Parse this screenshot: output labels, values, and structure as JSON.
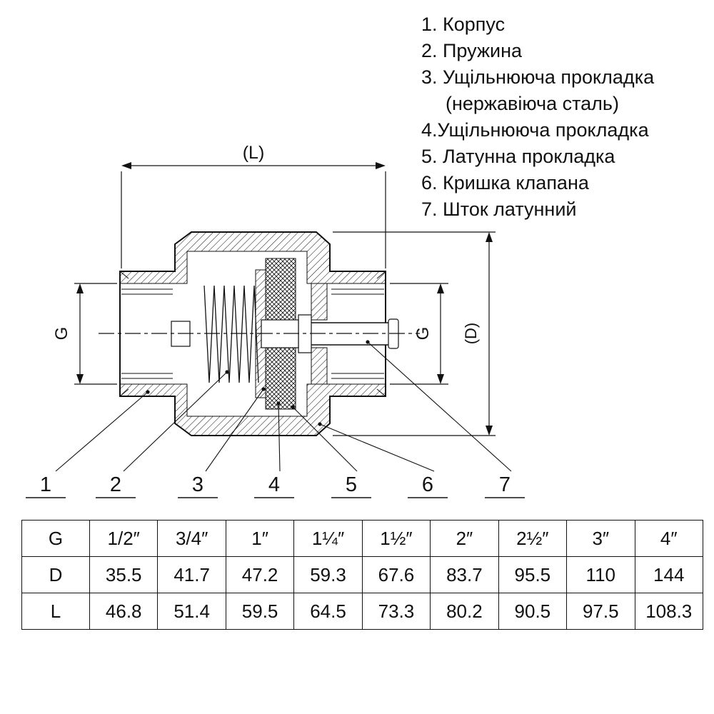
{
  "legend": {
    "lines": [
      "1. Корпус",
      "2. Пружина",
      "3. Ущільнююча прокладка",
      "(нержавіюча сталь)",
      "4.Ущільнююча прокладка",
      "5. Латунна прокладка",
      "6. Кришка клапана",
      "7. Шток латунний"
    ]
  },
  "drawing": {
    "dim_length_label": "(L)",
    "dim_thread_left_label": "G",
    "dim_thread_right_label": "G",
    "dim_diameter_label": "(D)",
    "part_numbers": [
      "1",
      "2",
      "3",
      "4",
      "5",
      "6",
      "7"
    ]
  },
  "table": {
    "rows": [
      {
        "header": "G",
        "values": [
          "1/2″",
          "3/4″",
          "1″",
          "1¼″",
          "1½″",
          "2″",
          "2½″",
          "3″",
          "4″"
        ]
      },
      {
        "header": "D",
        "values": [
          "35.5",
          "41.7",
          "47.2",
          "59.3",
          "67.6",
          "83.7",
          "95.5",
          "110",
          "144"
        ]
      },
      {
        "header": "L",
        "values": [
          "46.8",
          "51.4",
          "59.5",
          "64.5",
          "73.3",
          "80.2",
          "90.5",
          "97.5",
          "108.3"
        ]
      }
    ]
  },
  "colors": {
    "ink": "#111111",
    "background": "#ffffff"
  }
}
